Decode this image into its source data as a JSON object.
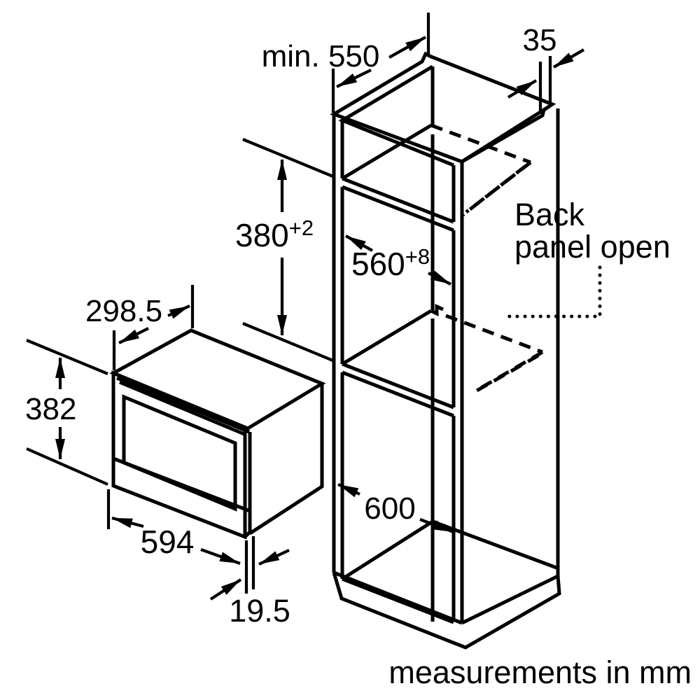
{
  "colors": {
    "ink": "#000000",
    "background": "#ffffff"
  },
  "dimensions": {
    "cabinet_top_depth": {
      "label": "min. 550"
    },
    "side_panel_thickness": {
      "label": "35"
    },
    "niche_height": {
      "value": "380",
      "tolerance": "+2"
    },
    "niche_width": {
      "value": "560",
      "tolerance": "+8"
    },
    "cabinet_bottom_width": {
      "label": "600"
    },
    "appliance_body_depth": {
      "label": "298.5"
    },
    "appliance_height": {
      "label": "382"
    },
    "appliance_width": {
      "label": "594"
    },
    "door_protrusion": {
      "label": "19.5"
    }
  },
  "annotations": {
    "back_panel": {
      "line1": "Back",
      "line2": "panel open"
    },
    "units_note": "measurements in mm"
  }
}
